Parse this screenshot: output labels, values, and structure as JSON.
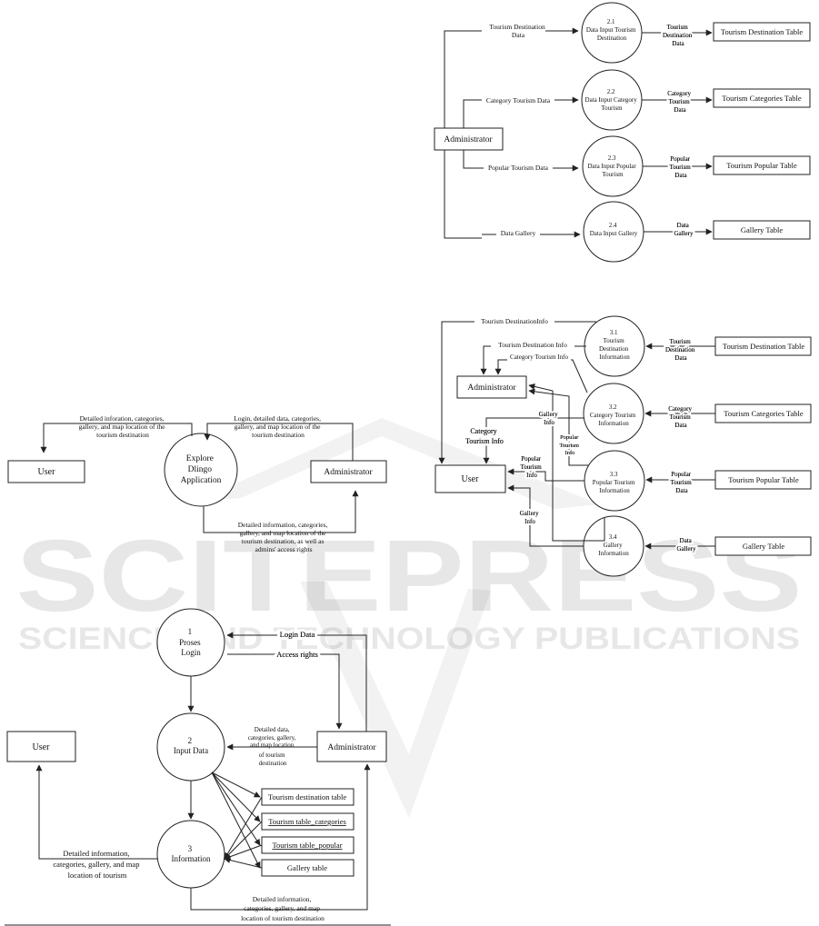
{
  "watermark": {
    "brand": "SCITEPRESS",
    "tagline": "SCIENCE AND TECHNOLOGY PUBLICATIONS"
  },
  "context": {
    "process": [
      "Explore",
      "Dlingo",
      "Application"
    ],
    "user": "User",
    "admin": "Administrator",
    "flow_to_user": [
      "Detailed inforation, categories,",
      "gallery, and map location of the",
      "tourism destination"
    ],
    "flow_from_admin": [
      "Login, detailed data, categories,",
      "gallery, and map location of the",
      "tourism destination"
    ],
    "flow_to_admin": [
      "Detailed information, categories,",
      "gallery, and map location of the",
      "tourism destination, as well as",
      "admins' access rights"
    ]
  },
  "level1": {
    "p1": [
      "1",
      "Proses",
      "Login"
    ],
    "p2": [
      "2",
      "Input Data"
    ],
    "p3": [
      "3",
      "Information"
    ],
    "user": "User",
    "admin": "Administrator",
    "login_data": "Login Data",
    "access_rights": "Access rights",
    "input_flow": [
      "Detailed data,",
      "categories, gallery,",
      "and map location",
      "of tourism",
      "destination"
    ],
    "tables": [
      "Tourism destination table",
      "Tourism table_categories",
      "Tourism table_popular",
      "Gallery table"
    ],
    "user_flow": [
      "Detailed information,",
      "categories, gallery, and map",
      "location of tourism"
    ],
    "admin_flow": [
      "Detailed information,",
      "categories, gallery, and map",
      "location  of tourism destination"
    ]
  },
  "level2_input": {
    "admin": "Administrator",
    "rows": [
      {
        "in": [
          "Tourism Destination",
          "Data"
        ],
        "proc": [
          "2.1",
          "Data Input Tourism",
          "Destination"
        ],
        "out": [
          "Tourism",
          "Destination",
          "Data"
        ],
        "table": "Tourism Destination Table"
      },
      {
        "in": [
          "Category Tourism Data"
        ],
        "proc": [
          "2.2",
          "Data Input Category",
          "Tourism"
        ],
        "out": [
          "Category",
          "Tourism",
          "Data"
        ],
        "table": "Tourism Categories Table"
      },
      {
        "in": [
          "Popular Tourism Data"
        ],
        "proc": [
          "2.3",
          "Data Input Popular",
          "Tourism"
        ],
        "out": [
          "Popular",
          "Tourism",
          "Data"
        ],
        "table": "Tourism Popular Table"
      },
      {
        "in": [
          "Data Gallery"
        ],
        "proc": [
          "2.4",
          "Data Input Gallery"
        ],
        "out": [
          "Data",
          "Gallery"
        ],
        "table": "Gallery Table"
      }
    ]
  },
  "level2_info": {
    "admin": "Administrator",
    "user": "User",
    "tdi_top": "Tourism DestinationInfo",
    "tdi_mid": "Tourism Destination Info",
    "cat_info": "Category Tourism Info",
    "cat_info_user": [
      "Category",
      "Tourism Info"
    ],
    "gallery_info": [
      "Gallery",
      "Info"
    ],
    "popular_info": [
      "Popular",
      "Tourism",
      "Info"
    ],
    "popular_info_user": [
      "Popular",
      "Tourism",
      "Info"
    ],
    "gallery_info_user": [
      "Gallery",
      "Info"
    ],
    "rows": [
      {
        "proc": [
          "3.1",
          "Tourism",
          "Destination",
          "Information"
        ],
        "in": [
          "Tourism",
          "Destination",
          "Data"
        ],
        "table": "Tourism Destination Table"
      },
      {
        "proc": [
          "3.2",
          "Category Tourism",
          "Information"
        ],
        "in": [
          "Category",
          "Tourism",
          "Data"
        ],
        "table": "Tourism Categories Table"
      },
      {
        "proc": [
          "3.3",
          "Popular Tourism",
          "Information"
        ],
        "in": [
          "Popular",
          "Tourism",
          "Data"
        ],
        "table": "Tourism Popular Table"
      },
      {
        "proc": [
          "3.4",
          "Gallery",
          "Information"
        ],
        "in": [
          "Data",
          "Gallery"
        ],
        "table": "Gallery Table"
      }
    ]
  }
}
